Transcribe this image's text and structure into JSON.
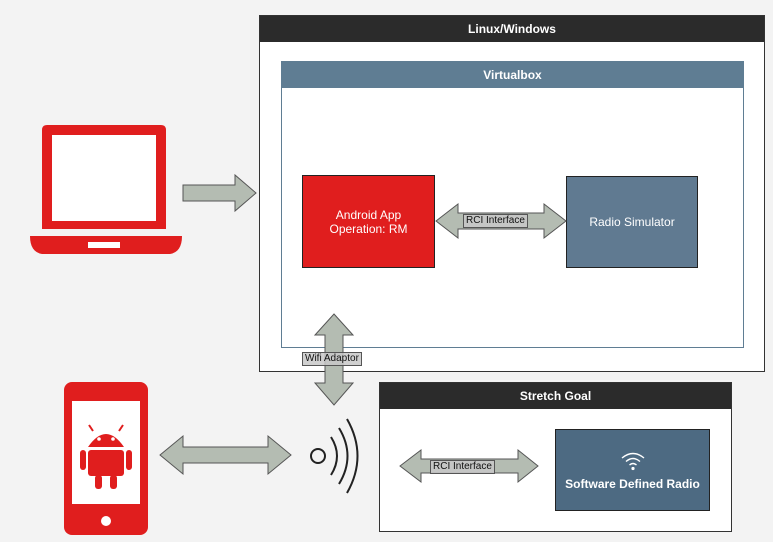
{
  "frames": {
    "host": "Linux/Windows",
    "virtualbox": "Virtualbox",
    "stretch": "Stretch Goal"
  },
  "nodes": {
    "android_app": [
      "Android App",
      "Operation: RM"
    ],
    "radio_simulator": "Radio Simulator",
    "sdr": "Software Defined Radio"
  },
  "edges": {
    "rci_top": "RCI Interface",
    "rci_bottom": "RCI Interface",
    "wifi_adaptor": "Wifi Adaptor"
  },
  "colors": {
    "accent_red": "#e01e1e",
    "slate": "#607a91",
    "arrow_fill": "#b4bcb2",
    "frame_dark": "#2b2b2b"
  },
  "icons": [
    "laptop-icon",
    "smartphone-android-icon",
    "wireless-signal-icon",
    "wifi-icon"
  ]
}
